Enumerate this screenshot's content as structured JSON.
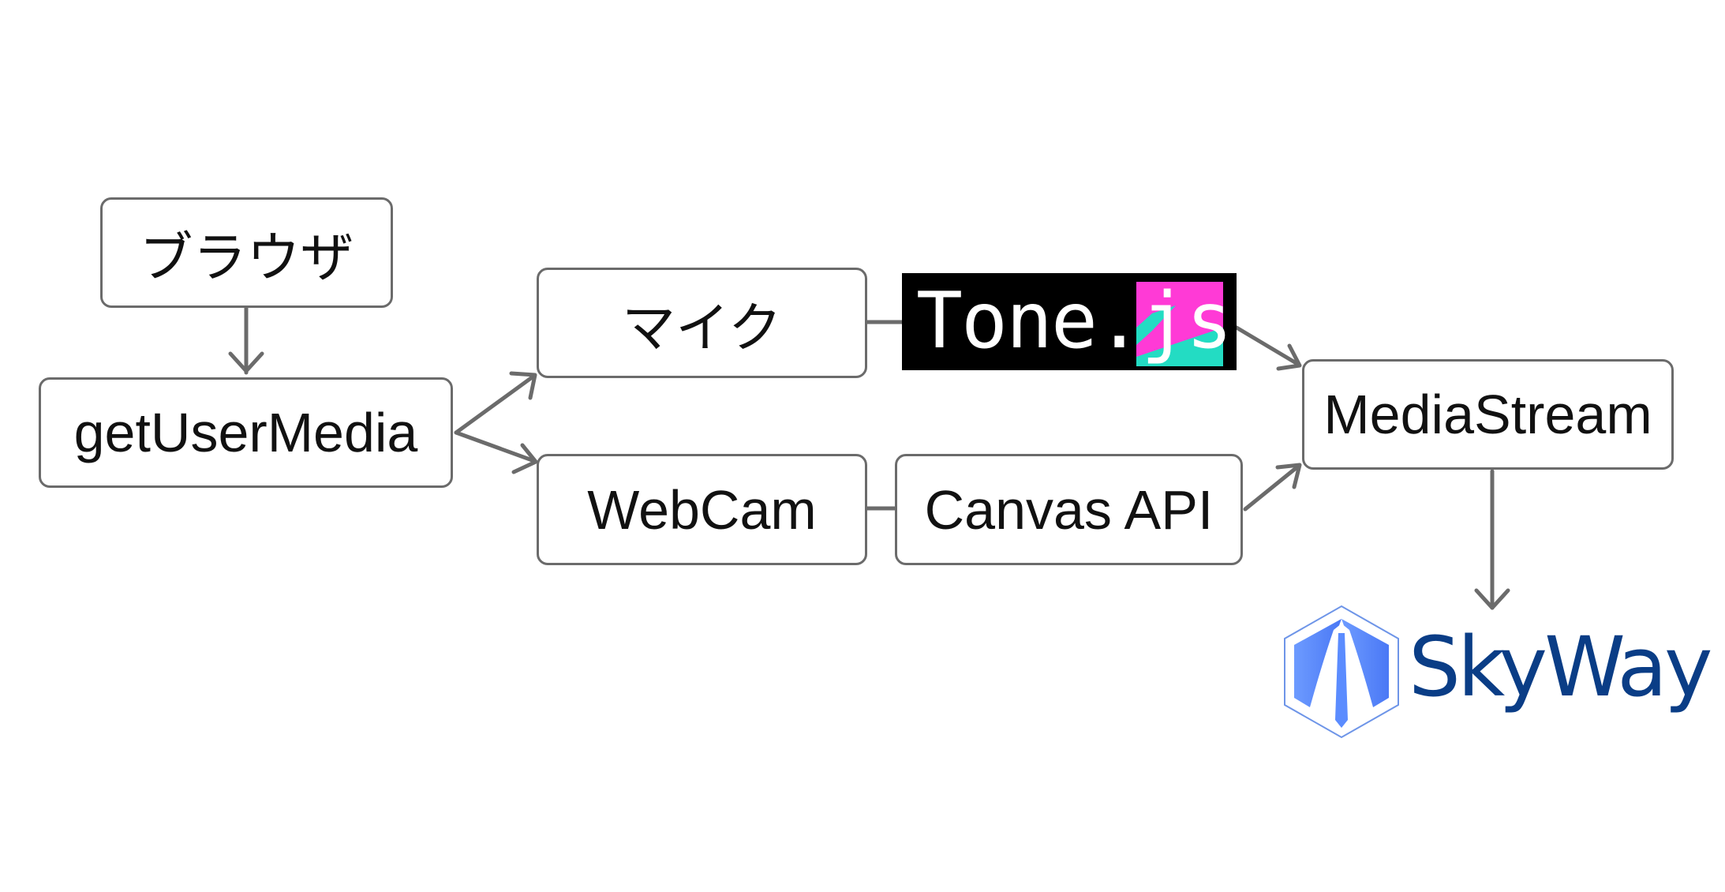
{
  "diagram": {
    "nodes": {
      "browser": "ブラウザ",
      "get_user_media": "getUserMedia",
      "mic": "マイク",
      "webcam": "WebCam",
      "canvas_api": "Canvas API",
      "media_stream": "MediaStream"
    },
    "logos": {
      "tonejs": {
        "text_main": "Tone.",
        "text_js": "js",
        "colors": {
          "background": "#000000",
          "magenta": "#ff3ad6",
          "teal": "#23dcc3",
          "text": "#ffffff"
        }
      },
      "skyway": {
        "text": "SkyWay",
        "colors": {
          "wordmark": "#0a3d86",
          "icon": "#5b8cff",
          "outline": "#6e95e8"
        }
      }
    },
    "edges": [
      {
        "from": "browser",
        "to": "get_user_media",
        "arrow": true
      },
      {
        "from": "get_user_media",
        "to": "mic",
        "arrow": true
      },
      {
        "from": "get_user_media",
        "to": "webcam",
        "arrow": true
      },
      {
        "from": "mic",
        "to": "tonejs",
        "arrow": false
      },
      {
        "from": "tonejs",
        "to": "media_stream",
        "arrow": true
      },
      {
        "from": "webcam",
        "to": "canvas_api",
        "arrow": false
      },
      {
        "from": "canvas_api",
        "to": "media_stream",
        "arrow": true
      },
      {
        "from": "media_stream",
        "to": "skyway",
        "arrow": true
      }
    ],
    "colors": {
      "edge": "#6b6b6b",
      "node_border": "#6b6b6b",
      "text": "#111111"
    }
  }
}
